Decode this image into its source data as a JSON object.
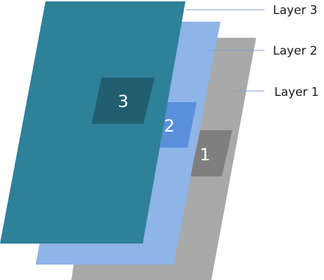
{
  "layers": [
    {
      "id": 1,
      "label": "Layer 1",
      "badge": "1",
      "sheet_color": "#a9a9a9",
      "badge_color": "#7f7f7f",
      "leader_color": "#7f9fcf"
    },
    {
      "id": 2,
      "label": "Layer 2",
      "badge": "2",
      "sheet_color": "#8fb4e8",
      "badge_color": "#5a8fdc",
      "leader_color": "#7f9fcf"
    },
    {
      "id": 3,
      "label": "Layer 3",
      "badge": "3",
      "sheet_color": "#2e8199",
      "badge_color": "#215f70",
      "leader_color": "#7f9fcf"
    }
  ]
}
